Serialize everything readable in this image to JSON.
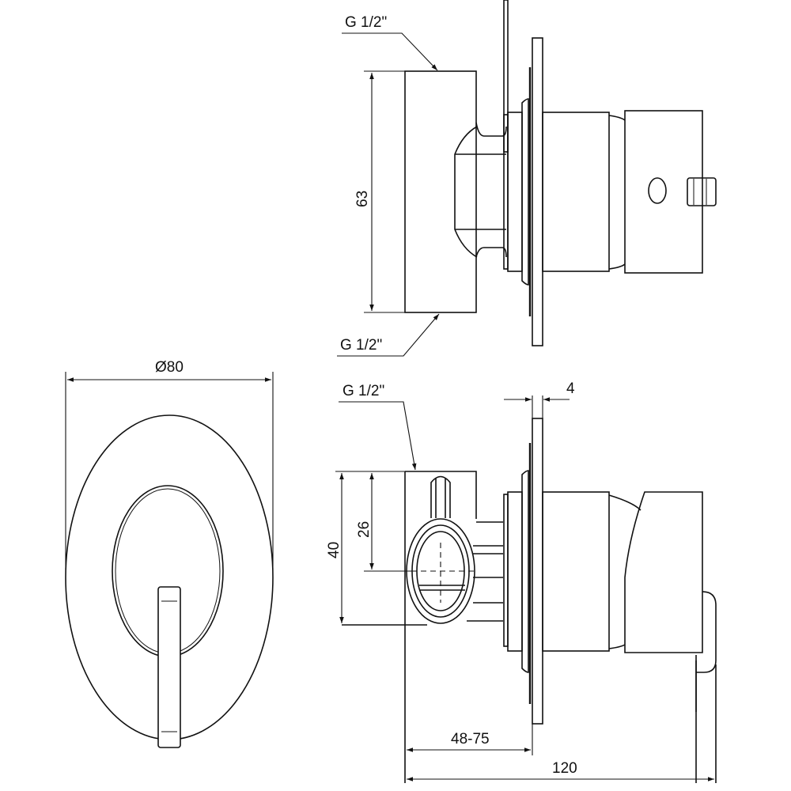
{
  "labels": {
    "thread_top_upper": "G 1/2\"",
    "thread_top_lower": "G 1/2\"",
    "thread_side": "G 1/2\"",
    "dim_height_top": "63",
    "dim_diameter": "Ø80",
    "dim_flange": "4",
    "dim_height_total": "40",
    "dim_axis": "26",
    "dim_depth": "48-75",
    "dim_length": "120"
  },
  "colors": {
    "line": "#111111",
    "background": "#ffffff"
  }
}
